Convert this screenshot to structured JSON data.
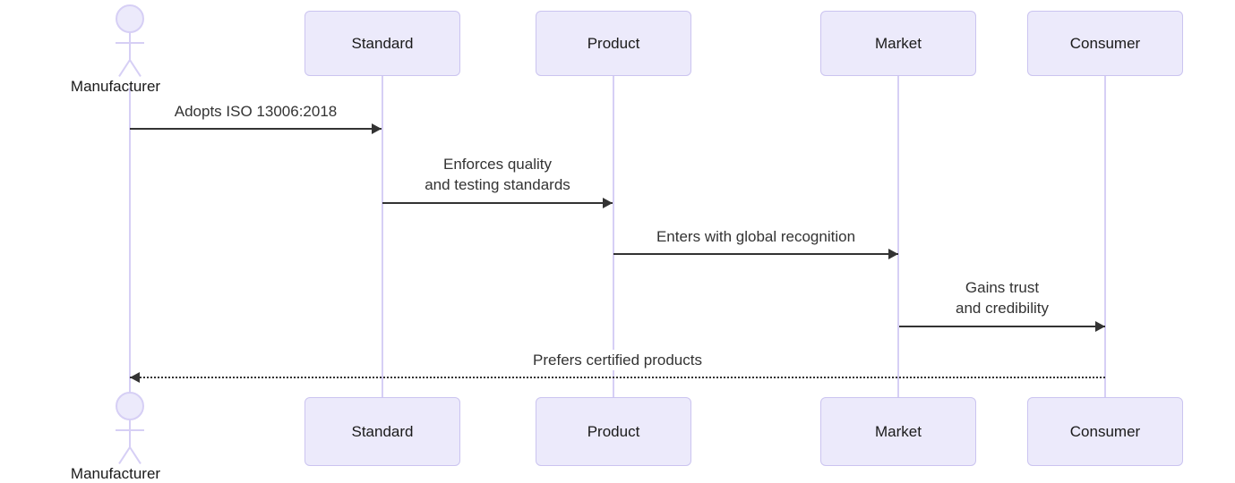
{
  "diagram": {
    "type": "sequence-diagram",
    "colors": {
      "box_fill": "#ECEAFB",
      "box_border": "#CBC4F0",
      "lifeline": "#D6CFF5",
      "arrow": "#333333",
      "text": "#1a1a1a",
      "background": "#ffffff"
    }
  },
  "actor": {
    "name": "Manufacturer",
    "name_bottom": "Manufacturer"
  },
  "participants": [
    {
      "label": "Standard",
      "label_bottom": "Standard"
    },
    {
      "label": "Product",
      "label_bottom": "Product"
    },
    {
      "label": "Market",
      "label_bottom": "Market"
    },
    {
      "label": "Consumer",
      "label_bottom": "Consumer"
    }
  ],
  "messages": [
    {
      "from": "Manufacturer",
      "to": "Standard",
      "label": "Adopts ISO 13006:2018",
      "style": "solid",
      "direction": "right"
    },
    {
      "from": "Standard",
      "to": "Product",
      "label_line1": "Enforces quality",
      "label_line2": "and testing standards",
      "style": "solid",
      "direction": "right"
    },
    {
      "from": "Product",
      "to": "Market",
      "label": "Enters with global recognition",
      "style": "solid",
      "direction": "right"
    },
    {
      "from": "Market",
      "to": "Consumer",
      "label_line1": "Gains trust",
      "label_line2": "and credibility",
      "style": "solid",
      "direction": "right"
    },
    {
      "from": "Consumer",
      "to": "Manufacturer",
      "label": "Prefers certified products",
      "style": "dotted",
      "direction": "left"
    }
  ]
}
